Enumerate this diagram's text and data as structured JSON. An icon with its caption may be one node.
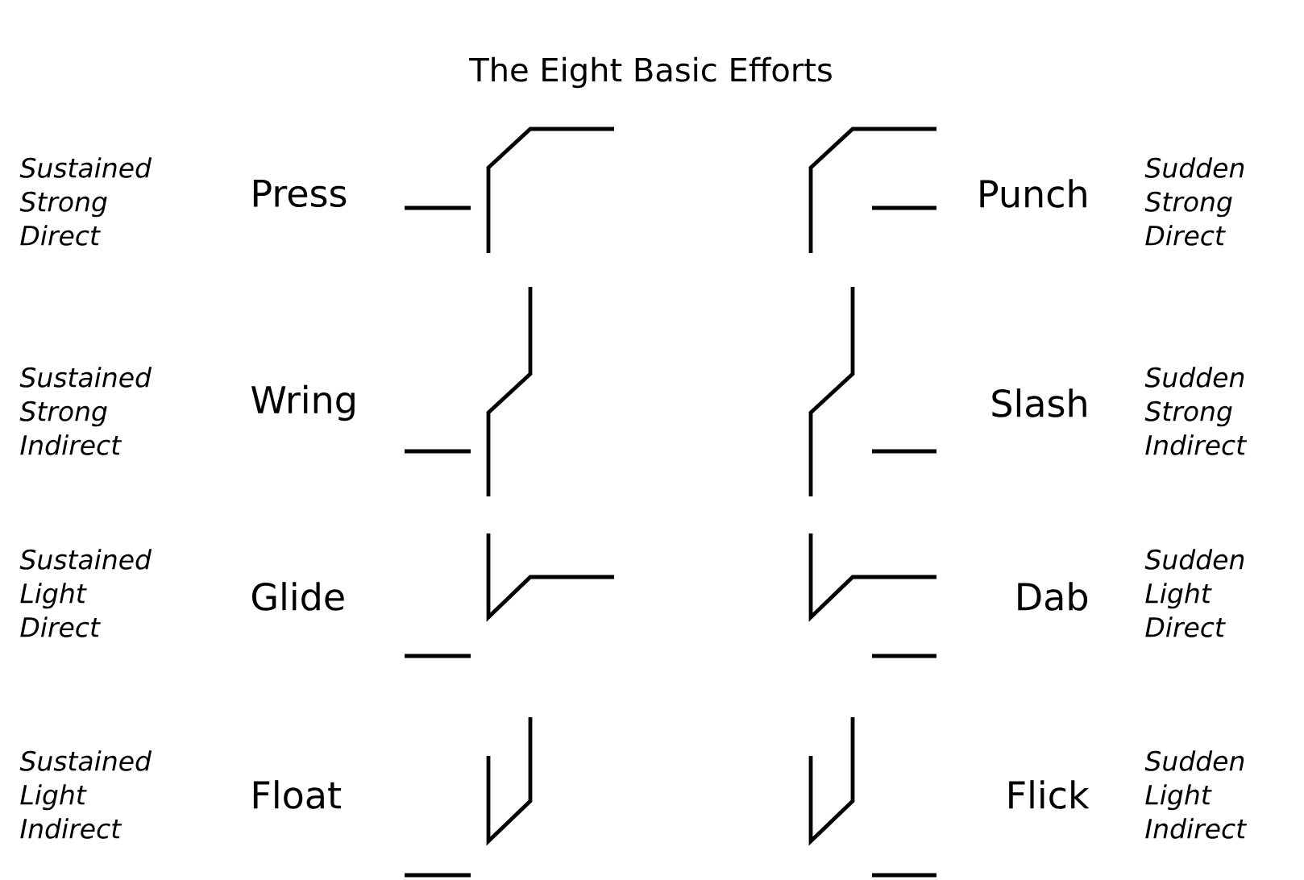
{
  "diagram": {
    "title": "The Eight Basic Efforts",
    "labels": [
      "Sustained Strong Direct",
      "Press",
      "Punch",
      "Sudden Strong Direct",
      "Sustained Strong Indirect",
      "Wring",
      "Slash",
      "Sudden Strong Indirect",
      "Sustained Light Direct",
      "Glide",
      "Dab",
      "Sudden Light Direct",
      "Sustained Light Indirect",
      "Float",
      "Flick",
      "Sudden Light Indirect"
    ]
  }
}
